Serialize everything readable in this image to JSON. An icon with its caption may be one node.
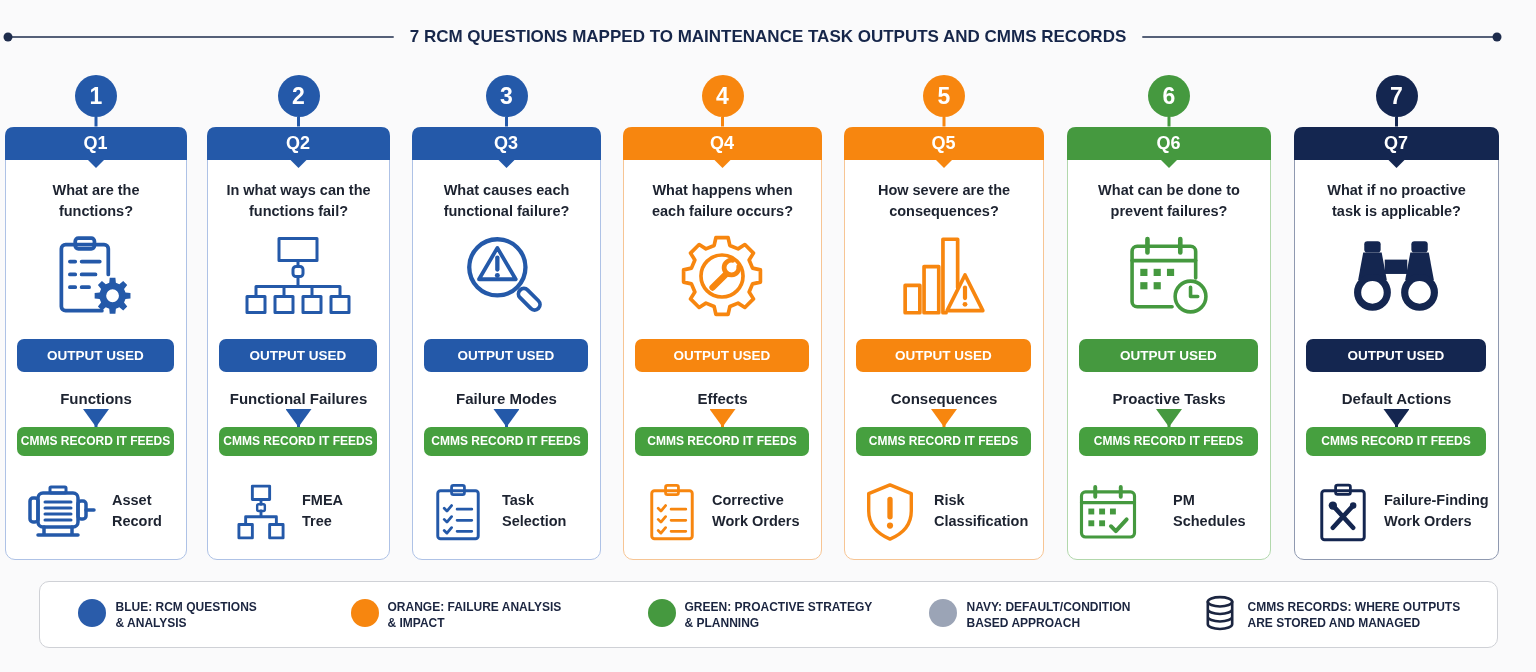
{
  "diagram": {
    "title": "7 RCM QUESTIONS MAPPED TO MAINTENANCE TASK OUTPUTS AND CMMS RECORDS",
    "nodes": [
      {
        "text": [
          "1"
        ]
      },
      {
        "text": [
          "What are the functions?",
          "Asset Record"
        ]
      },
      {
        "text": [
          "Q1"
        ],
        "in": 1
      },
      {
        "text": [
          "OUTPUT USED"
        ],
        "in": 1
      },
      {
        "text": [
          "Functions"
        ],
        "in": 1
      },
      {
        "text": [
          "CMMS RECORD IT FEEDS"
        ],
        "in": 1
      },
      {
        "text": [
          "2"
        ]
      },
      {
        "text": [
          "In what ways can the functions fail?",
          "FMEA Tree"
        ]
      },
      {
        "text": [
          "Q2"
        ],
        "in": 7
      },
      {
        "text": [
          "OUTPUT USED"
        ],
        "in": 7
      },
      {
        "text": [
          "Functional Failures"
        ],
        "in": 7
      },
      {
        "text": [
          "CMMS RECORD IT FEEDS"
        ],
        "in": 7
      },
      {
        "text": [
          "3"
        ]
      },
      {
        "text": [
          "What causes each functional failure?",
          "Task Selection"
        ]
      },
      {
        "text": [
          "Q3"
        ],
        "in": 13
      },
      {
        "text": [
          "OUTPUT USED"
        ],
        "in": 13
      },
      {
        "text": [
          "Failure Modes"
        ],
        "in": 13
      },
      {
        "text": [
          "CMMS RECORD IT FEEDS"
        ],
        "in": 13
      },
      {
        "text": [
          "4"
        ]
      },
      {
        "text": [
          "What happens when each failure occurs?",
          "Corrective Work Orders"
        ]
      },
      {
        "text": [
          "Q4"
        ],
        "in": 19
      },
      {
        "text": [
          "OUTPUT USED"
        ],
        "in": 19
      },
      {
        "text": [
          "Effects"
        ],
        "in": 19
      },
      {
        "text": [
          "CMMS RECORD IT FEEDS"
        ],
        "in": 19
      },
      {
        "text": [
          "5"
        ]
      },
      {
        "text": [
          "How severe are the consequences?",
          "Risk Classification"
        ]
      },
      {
        "text": [
          "Q5"
        ],
        "in": 25
      },
      {
        "text": [
          "OUTPUT USED"
        ],
        "in": 25
      },
      {
        "text": [
          "Consequences"
        ],
        "in": 25
      },
      {
        "text": [
          "CMMS RECORD IT FEEDS"
        ],
        "in": 25
      },
      {
        "text": [
          "6"
        ]
      },
      {
        "text": [
          "What can be done to prevent failures?",
          "PM Schedules"
        ]
      },
      {
        "text": [
          "Q6"
        ],
        "in": 31
      },
      {
        "text": [
          "OUTPUT USED"
        ],
        "in": 31
      },
      {
        "text": [
          "Proactive Tasks"
        ],
        "in": 31
      },
      {
        "text": [
          "CMMS RECORD IT FEEDS"
        ],
        "in": 31
      },
      {
        "text": [
          "7"
        ]
      },
      {
        "text": [
          "What if no proactive task is applicable?",
          "Failure-Finding Work Orders"
        ]
      },
      {
        "text": [
          "Q7"
        ],
        "in": 37
      },
      {
        "text": [
          "OUTPUT USED"
        ],
        "in": 37
      },
      {
        "text": [
          "Default Actions"
        ],
        "in": 37
      },
      {
        "text": [
          "CMMS RECORD IT FEEDS"
        ],
        "in": 37
      }
    ],
    "edges": [
      {
        "from": 0,
        "to": 2,
        "arrow": "none"
      },
      {
        "from": 4,
        "to": 5,
        "arrow": "to"
      },
      {
        "from": 6,
        "to": 8,
        "arrow": "none"
      },
      {
        "from": 10,
        "to": 11,
        "arrow": "to"
      },
      {
        "from": 12,
        "to": 14,
        "arrow": "none"
      },
      {
        "from": 16,
        "to": 17,
        "arrow": "to"
      },
      {
        "from": 18,
        "to": 20,
        "arrow": "none",
        "color": "#f7860f"
      },
      {
        "from": 22,
        "to": 23,
        "arrow": "to",
        "color": "#f7860f"
      },
      {
        "from": 24,
        "to": 26,
        "arrow": "none",
        "color": "#f7860f"
      },
      {
        "from": 28,
        "to": 29,
        "arrow": "to",
        "color": "#f7860f"
      },
      {
        "from": 30,
        "to": 32,
        "arrow": "none",
        "color": "#45993f"
      },
      {
        "from": 34,
        "to": 35,
        "arrow": "to",
        "color": "#45993f"
      },
      {
        "from": 36,
        "to": 38,
        "arrow": "none",
        "color": "#142650"
      },
      {
        "from": 40,
        "to": 41,
        "arrow": "to",
        "color": "#142650"
      }
    ],
    "legend": [
      {
        "text": "BLUE: RCM QUESTIONS & ANALYSIS",
        "color": "#2a5caa"
      },
      {
        "text": "ORANGE: FAILURE ANALYSIS & IMPACT",
        "color": "#f7860f"
      },
      {
        "text": "GREEN: PROACTIVE STRATEGY & PLANNING",
        "color": "#45993f"
      },
      {
        "text": "NAVY: DEFAULT/CONDITION BASED APPROACH",
        "color": "#9ba4b6"
      },
      {
        "text": "CMMS RECORDS: WHERE OUTPUTS ARE STORED AND MANAGED"
      }
    ]
  }
}
